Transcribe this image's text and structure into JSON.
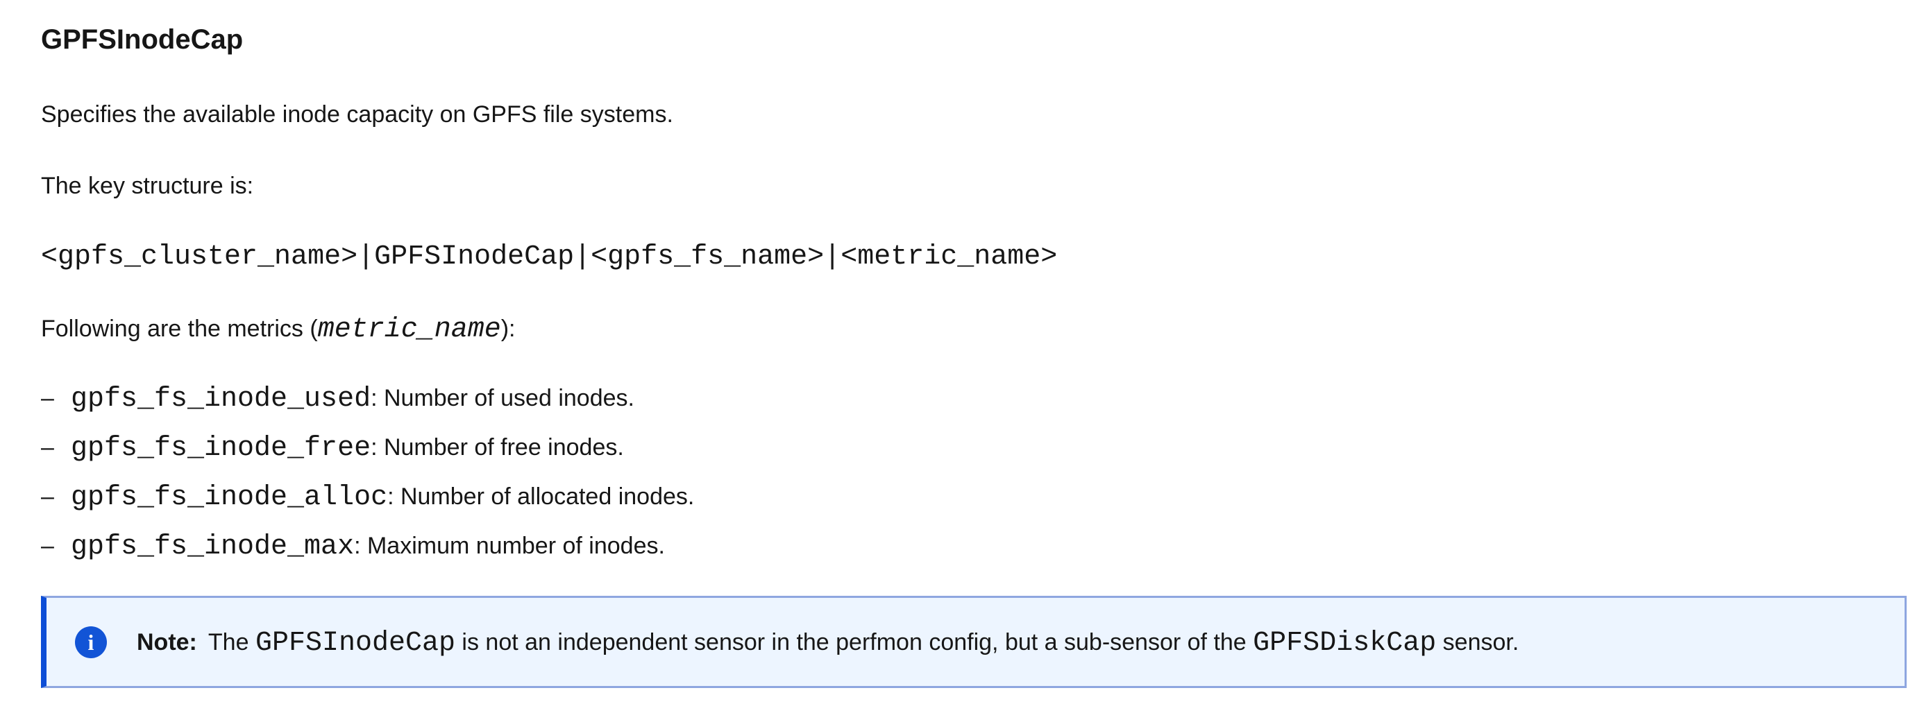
{
  "colors": {
    "text": "#161616",
    "page_bg": "#ffffff",
    "note_bg": "#edf5ff",
    "note_border": "#8ea6e0",
    "note_stripe": "#0d4ed6",
    "icon_bg": "#1254d6",
    "icon_fg": "#ffffff"
  },
  "heading": "GPFSInodeCap",
  "paragraphs": {
    "intro": "Specifies the available inode capacity on GPFS file systems.",
    "key_structure_label": "The key structure is:",
    "key_structure_code": "<gpfs_cluster_name>|GPFSInodeCap|<gpfs_fs_name>|<metric_name>",
    "metrics_intro_prefix": "Following are the metrics (",
    "metrics_intro_var": "metric_name",
    "metrics_intro_suffix": "):"
  },
  "list_marker": "–",
  "metrics": [
    {
      "name": "gpfs_fs_inode_used",
      "description": ": Number of used inodes."
    },
    {
      "name": "gpfs_fs_inode_free",
      "description": ": Number of free inodes."
    },
    {
      "name": "gpfs_fs_inode_alloc",
      "description": ": Number of allocated inodes."
    },
    {
      "name": "gpfs_fs_inode_max",
      "description": ": Maximum number of inodes."
    }
  ],
  "note": {
    "icon_glyph": "i",
    "label": "Note:",
    "text_part1": "The ",
    "code1": "GPFSInodeCap",
    "text_part2": " is not an independent sensor in the perfmon config, but a sub-sensor of the ",
    "code2": "GPFSDiskCap",
    "text_part3": " sensor."
  }
}
